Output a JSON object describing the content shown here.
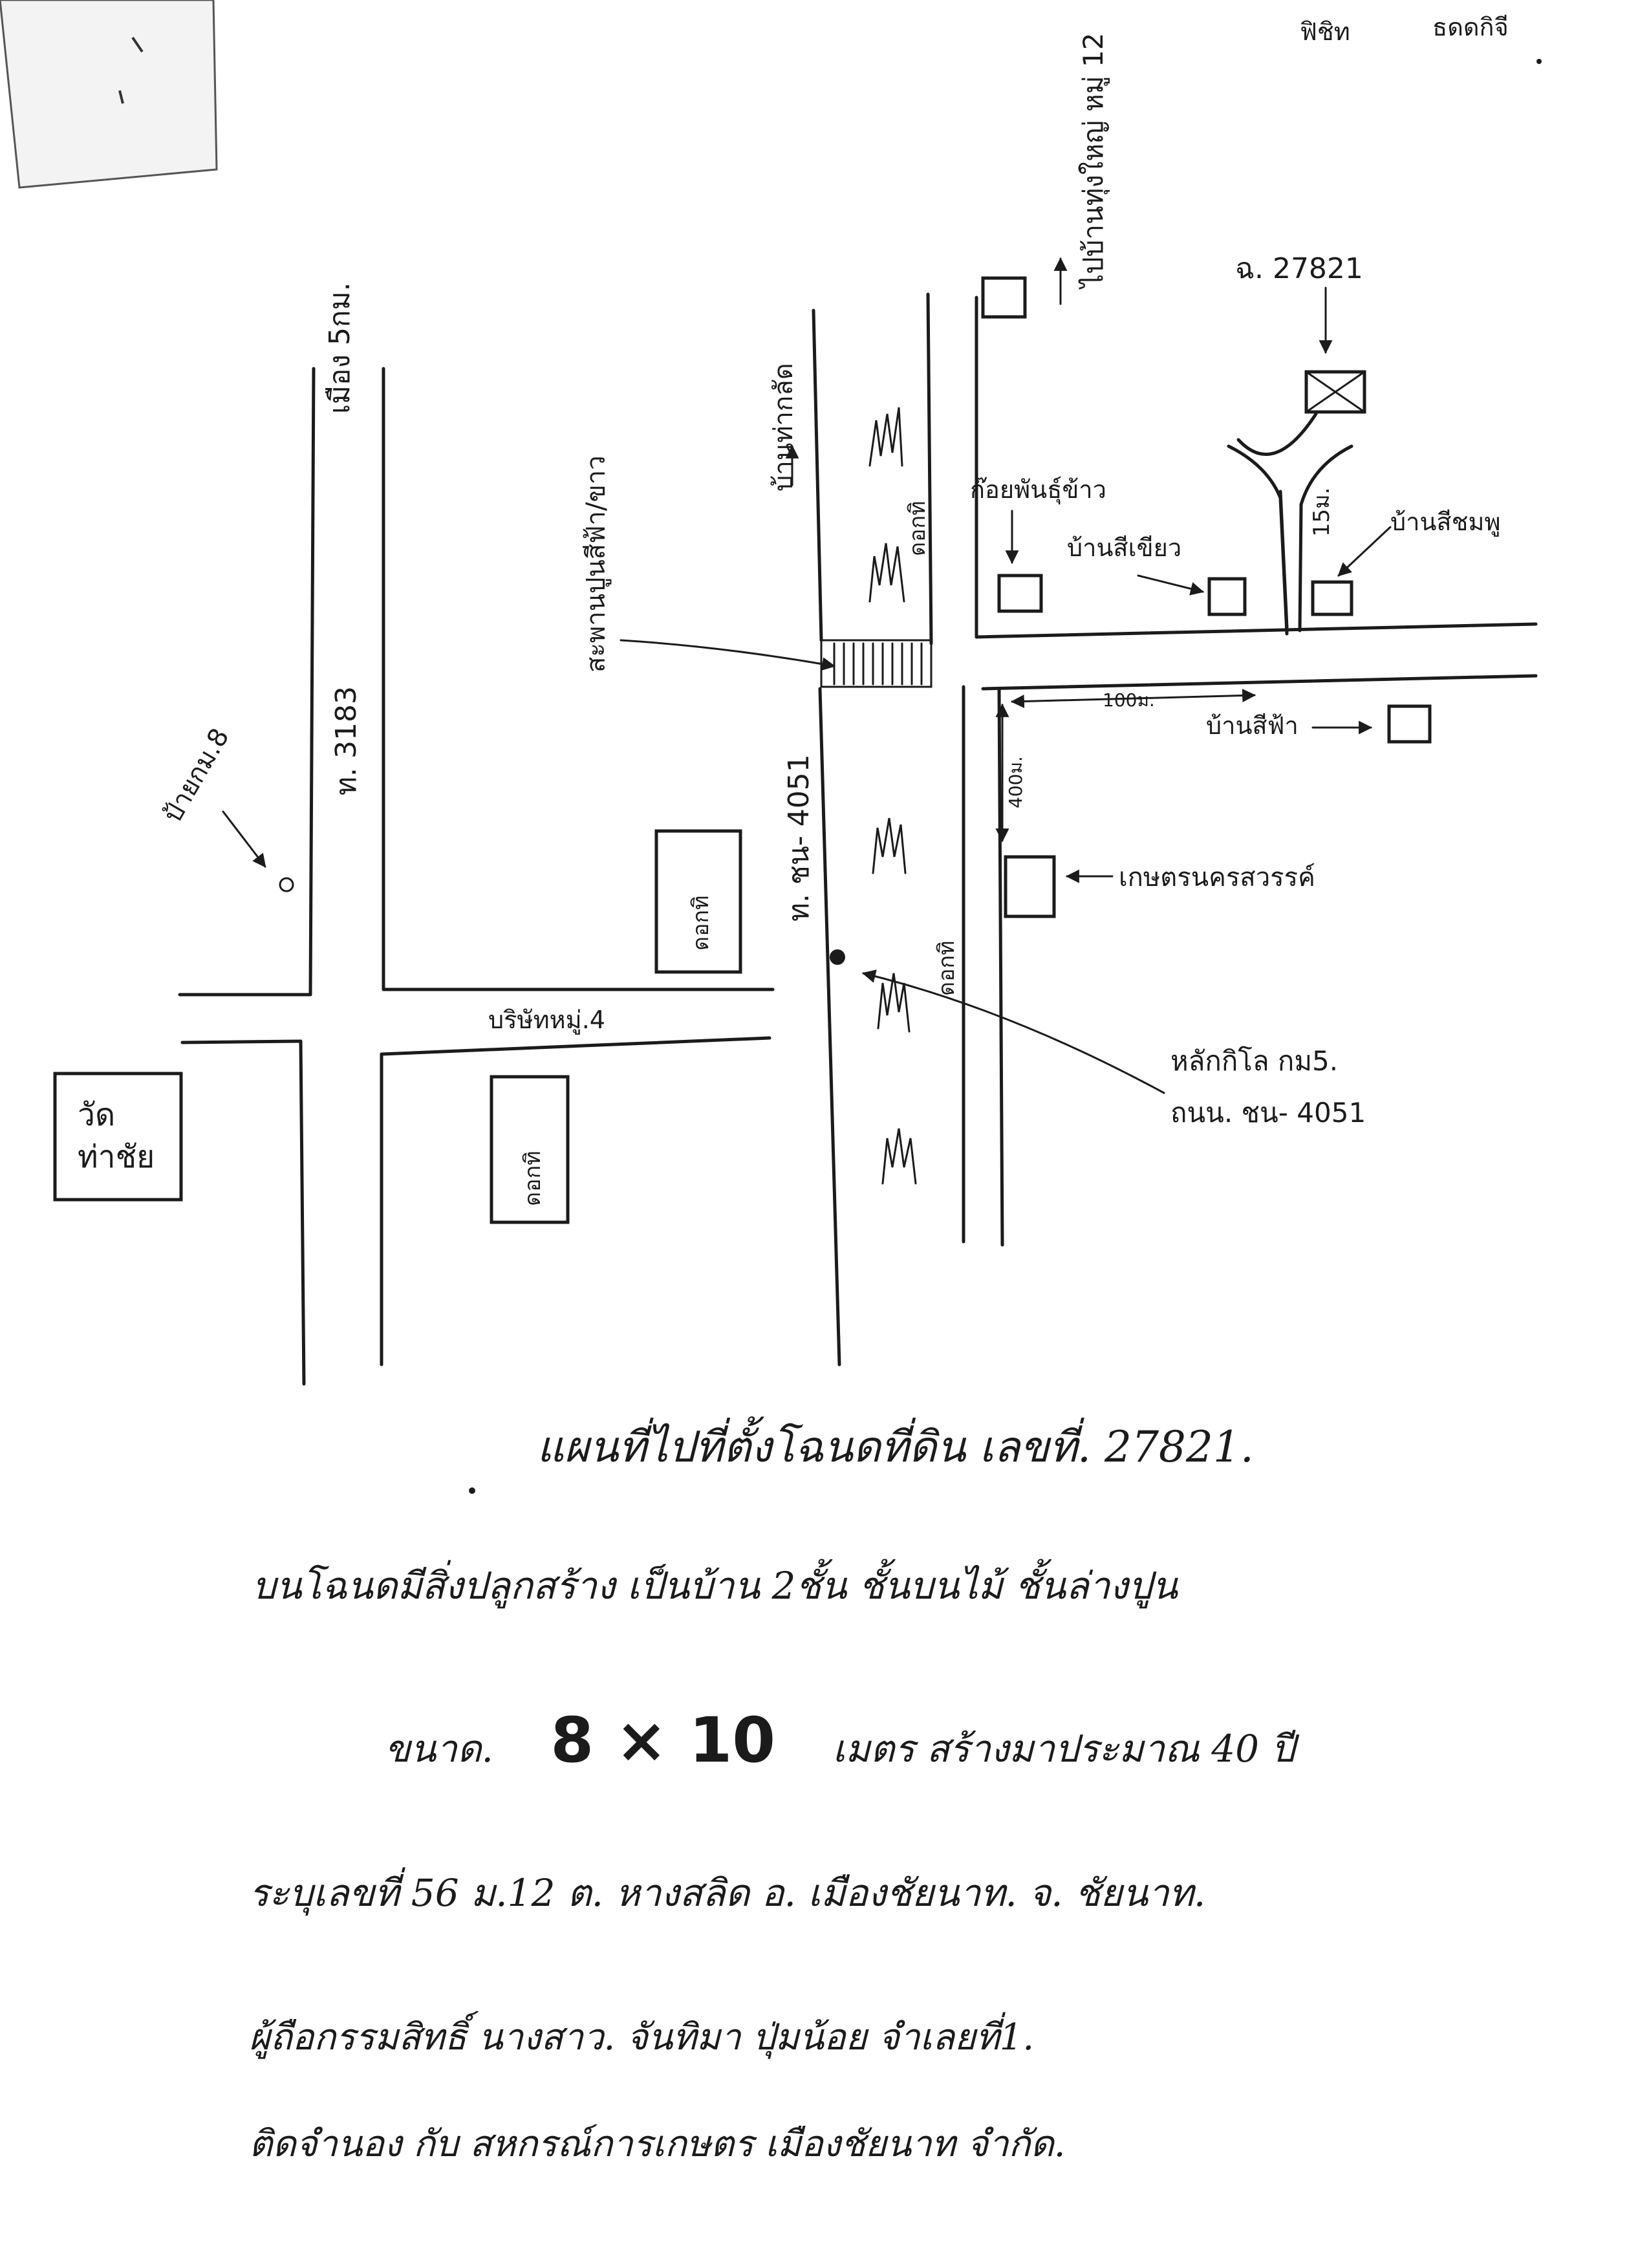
{
  "corner": {
    "top_right_left": "ฟิชิท",
    "top_right_right": "ธดดกิจี"
  },
  "map": {
    "road_village_12": "ไปบ้านทุ่งใหญ่ หมู่ 12",
    "road_mueang": "เมือง 5กม.",
    "road_3183": "ท. 3183",
    "road_4051": "ท. ชน- 4051",
    "road_tha_krai": "บ้านท่ากลัด",
    "bridge_label": "สะพานปูนสีฟ้า/ขาว",
    "sign_km8": "ป้ายกม.8",
    "field_1": "ดอกทิ",
    "field_2": "ดอกทิ",
    "field_3": "ดอกทิ",
    "field_4": "ดอกทิ",
    "wat_name_1": "วัด",
    "wat_name_2": "ท่าชัย",
    "school": "บริษัทหมู่.4",
    "parcel_no": "ฉ. 27821",
    "dist_15": "15ม.",
    "house_pink": "บ้านสีชมพู",
    "rice_shop": "ก๊อยพันธุ์ข้าว",
    "house_blue_small": "บ้านสีเขียว",
    "house_sky": "บ้านสีฟ้า",
    "dist_100": "100ม.",
    "dist_400": "400ม.",
    "coop": "เกษตรนครสวรรค์",
    "km_post_1": "หลักกิโล กม5.",
    "km_post_2": "ถนน. ชน- 4051"
  },
  "notes": {
    "line1": "แผนที่ไปที่ตั้งโฉนดที่ดิน เลขที่. 27821.",
    "line2": "บนโฉนดมีสิ่งปลูกสร้าง เป็นบ้าน 2ชั้น ชั้นบนไม้   ชั้นล่างปูน",
    "line3_a": "ขนาด.",
    "line3_b": "8 × 10",
    "line3_c": "เมตร  สร้างมาประมาณ  40  ปี",
    "line4": "ระบุเลขที่  56  ม.12    ต. หางสลิด    อ. เมืองชัยนาท.  จ. ชัยนาท.",
    "line5": "ผู้ถือกรรมสิทธิ์  นางสาว.  จันทิมา         ปุ่มน้อย     จำเลยที่1.",
    "line6": "ติดจำนอง  กับ  สหกรณ์การเกษตร เมืองชัยนาท  จำกัด."
  }
}
